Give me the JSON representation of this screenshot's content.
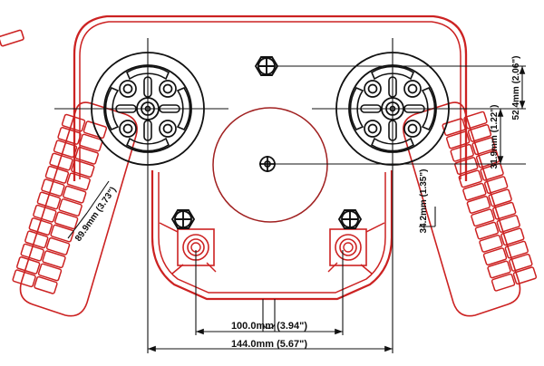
{
  "drawing": {
    "title": "Pedal Assembly Front View Technical Drawing",
    "view": "front-elevation",
    "background_color": "#ffffff",
    "line_color_primary": "#111111",
    "line_color_accent": "#cc2222",
    "line_color_accent_dark": "#a02020"
  },
  "dimensions": {
    "overall_width": {
      "label": "144.0mm (5.67\")",
      "value_mm": 144.0,
      "value_in": 5.67,
      "orientation": "horizontal",
      "position": "bottom-outer"
    },
    "mount_spacing": {
      "label": "100.0mm (3.94\")",
      "value_mm": 100.0,
      "value_in": 3.94,
      "orientation": "horizontal",
      "position": "bottom-inner"
    },
    "upper_offset": {
      "label": "52.4mm (2.06\")",
      "value_mm": 52.4,
      "value_in": 2.06,
      "orientation": "vertical",
      "position": "right-outer"
    },
    "lower_offset": {
      "label": "31.9mm (1.22\")",
      "value_mm": 31.9,
      "value_in": 1.22,
      "orientation": "vertical",
      "position": "right-inner"
    },
    "left_pedal_length": {
      "label": "89.9mm (3.73\")",
      "value_mm": 89.9,
      "value_in": 3.73,
      "orientation": "diagonal",
      "position": "left-lower"
    },
    "right_arm_offset": {
      "label": "34.2mm (1.35\")",
      "value_mm": 34.2,
      "value_in": 1.35,
      "orientation": "diagonal",
      "position": "right-lower"
    }
  },
  "components": {
    "left_wheel": {
      "name": "left-pulley-wheel",
      "bolt_holes": 4,
      "arc_slots": 4,
      "radial_slots": 4
    },
    "right_wheel": {
      "name": "right-pulley-wheel",
      "bolt_holes": 4,
      "arc_slots": 4,
      "radial_slots": 4
    },
    "center_hub": {
      "name": "center-hub"
    },
    "top_hex_nut": {
      "name": "top-hex-nut"
    },
    "left_bracket_bolt": {
      "name": "left-bracket-hex-bolt"
    },
    "right_bracket_bolt": {
      "name": "right-bracket-hex-bolt"
    },
    "left_pedal": {
      "name": "left-pedal-tread",
      "rungs": 16,
      "columns": 2
    },
    "right_pedal": {
      "name": "right-pedal-tread",
      "rungs": 16,
      "columns": 2
    },
    "top_frame": {
      "name": "top-frame-tube"
    },
    "center_drum": {
      "name": "center-drum-circle"
    },
    "lower_cradle": {
      "name": "lower-cradle-frame"
    }
  }
}
